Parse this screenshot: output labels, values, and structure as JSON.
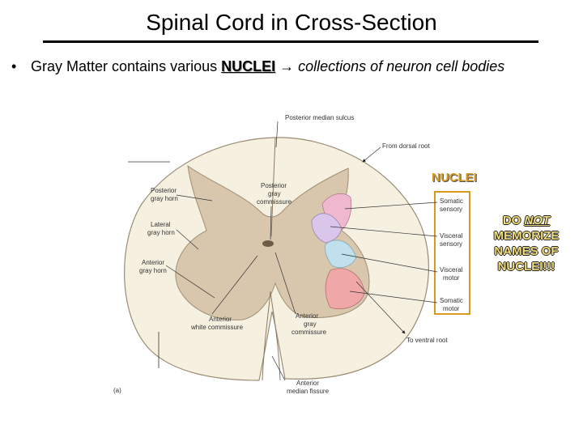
{
  "title": "Spinal Cord in Cross-Section",
  "bullet": {
    "marker": "•",
    "prefix": "Gray Matter contains various",
    "keyword": "NUCLEI",
    "arrow": "→",
    "definition": "collections of neuron cell bodies"
  },
  "labels": {
    "posterior_median_sulcus": "Posterior median sulcus",
    "from_dorsal_root": "From dorsal root",
    "posterior_gray_horn_1": "Posterior",
    "posterior_gray_horn_2": "gray horn",
    "posterior_gray_commissure_1": "Posterior",
    "posterior_gray_commissure_2": "gray",
    "posterior_gray_commissure_3": "commissure",
    "lateral_gray_horn_1": "Lateral",
    "lateral_gray_horn_2": "gray horn",
    "anterior_gray_horn_1": "Anterior",
    "anterior_gray_horn_2": "gray horn",
    "somatic_sensory_1": "Somatic",
    "somatic_sensory_2": "sensory",
    "visceral_sensory_1": "Visceral",
    "visceral_sensory_2": "sensory",
    "visceral_motor_1": "Visceral",
    "visceral_motor_2": "motor",
    "somatic_motor_1": "Somatic",
    "somatic_motor_2": "motor",
    "anterior_white_commissure_1": "Anterior",
    "anterior_white_commissure_2": "white commissure",
    "anterior_gray_commissure_1": "Anterior",
    "anterior_gray_commissure_2": "gray",
    "anterior_gray_commissure_3": "commissure",
    "to_ventral_root": "To ventral root",
    "anterior_median_fissure_1": "Anterior",
    "anterior_median_fissure_2": "median fissure",
    "panel_tag": "(a)"
  },
  "callout": "NUCLEI",
  "warning": {
    "line1_a": "DO ",
    "line1_b": "NOT",
    "line2": "MEMORIZE",
    "line3": "NAMES OF",
    "line4": "NUCLEI!!!"
  },
  "colors": {
    "white_matter": "#f6f0e1",
    "gray_matter": "#d8c7ad",
    "somatic_sensory": "#f0b8cf",
    "visceral_sensory": "#d9c6ea",
    "visceral_motor": "#bfe0ec",
    "somatic_motor": "#f0a7a7",
    "callout": "#d59a1f"
  }
}
